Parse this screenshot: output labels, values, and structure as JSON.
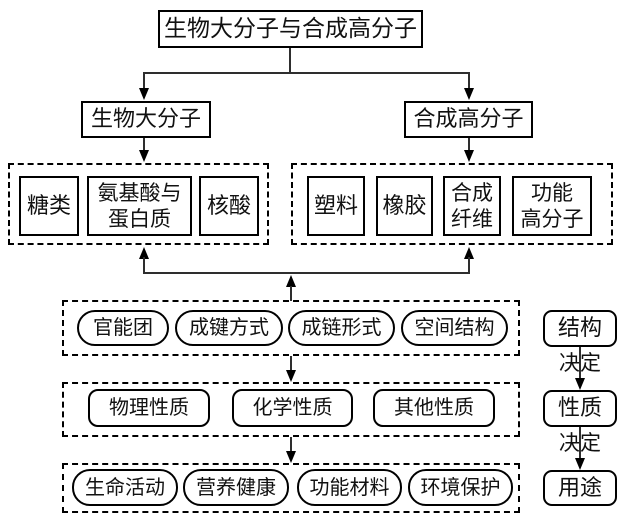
{
  "diagram": {
    "root": "生物大分子与合成高分子",
    "branches": {
      "bio": "生物大分子",
      "syn": "合成高分子"
    },
    "bio_members": {
      "sugar": "糖类",
      "amino_protein": "氨基酸与\n蛋白质",
      "nucleic_acid": "核酸"
    },
    "syn_members": {
      "plastic": "塑料",
      "rubber": "橡胶",
      "synthetic_fiber": "合成\n纤维",
      "functional_polymer": "功能\n高分子"
    },
    "structure_aspects": {
      "functional_group": "官能团",
      "bonding_mode": "成键方式",
      "chain_form": "成链形式",
      "spatial_structure": "空间结构"
    },
    "properties": {
      "physical": "物理性质",
      "chemical": "化学性质",
      "other": "其他性质"
    },
    "usages": {
      "life_activity": "生命活动",
      "nutrition_health": "营养健康",
      "functional_material": "功能材料",
      "environment_protection": "环境保护"
    },
    "side": {
      "structure": "结构",
      "determine1": "决定",
      "property": "性质",
      "determine2": "决定",
      "usage": "用途"
    }
  },
  "colors": {
    "border": "#000000",
    "line": "#2e2e2e",
    "background": "#ffffff",
    "text": "#111111"
  }
}
